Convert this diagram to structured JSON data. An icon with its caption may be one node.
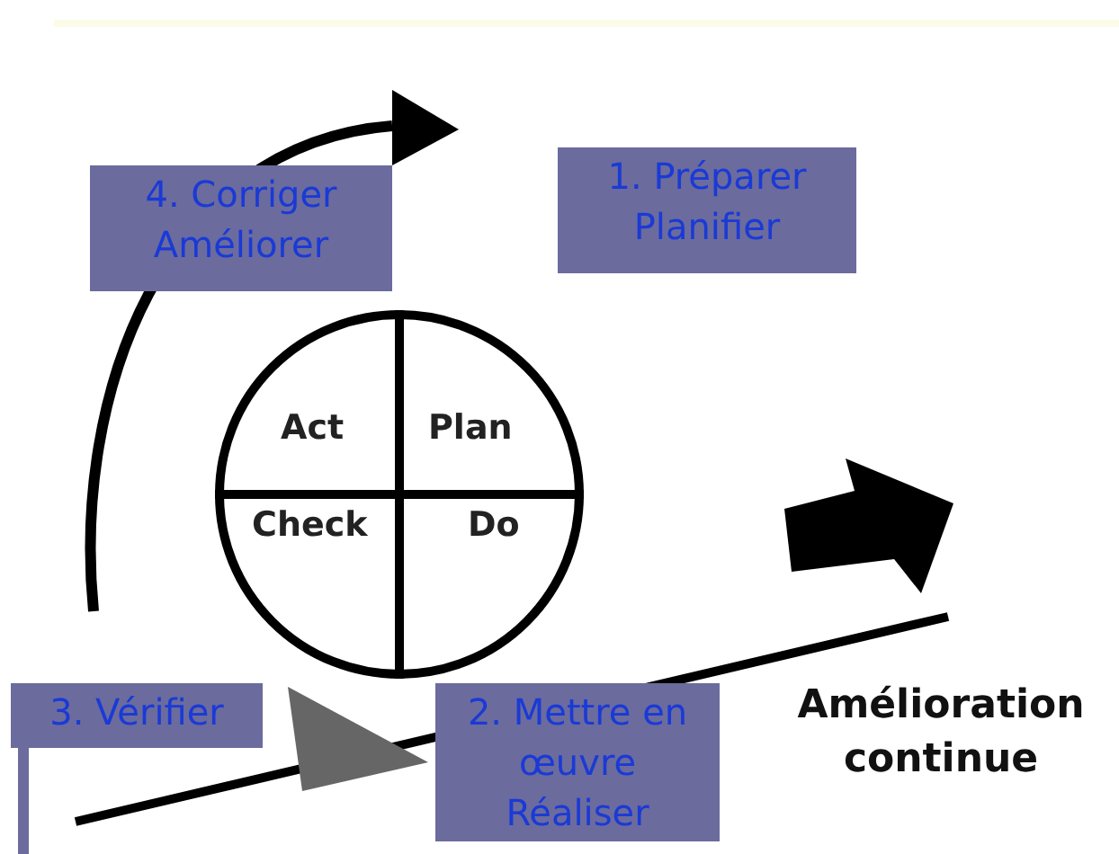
{
  "diagram": {
    "nodes": [
      {
        "text": [
          "4. Corriger Améliorer"
        ]
      },
      {
        "text": [
          "1. Préparer Planifier"
        ]
      },
      {
        "text": [
          "Act"
        ]
      },
      {
        "text": [
          "Plan"
        ]
      },
      {
        "text": [
          "Check"
        ]
      },
      {
        "text": [
          "Do"
        ]
      },
      {
        "text": [
          "3. Vérifier"
        ]
      },
      {
        "text": [
          "2. Mettre en œuvre Réaliser"
        ]
      }
    ],
    "labels": [
      "Amélioration continue"
    ]
  }
}
